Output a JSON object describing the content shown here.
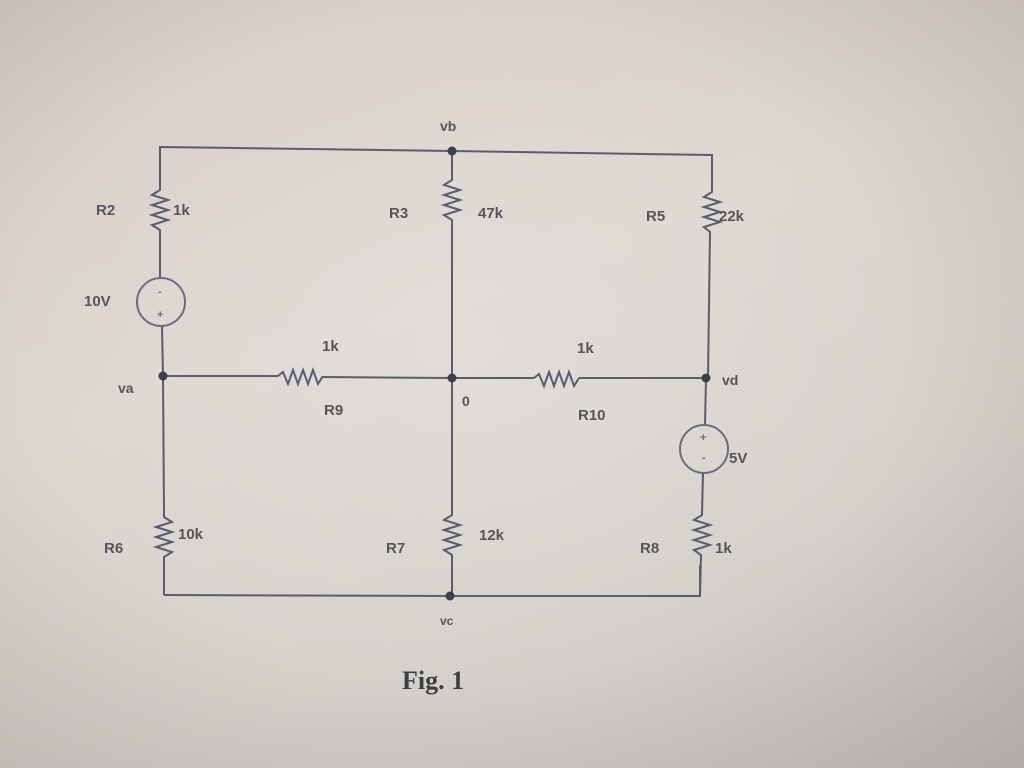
{
  "figure": {
    "caption": "Fig. 1"
  },
  "nodes": {
    "va": "va",
    "vb": "vb",
    "vc": "vc",
    "vd": "vd",
    "ground": "0"
  },
  "components": {
    "R2": {
      "name": "R2",
      "value": "1k"
    },
    "R3": {
      "name": "R3",
      "value": "47k"
    },
    "R5": {
      "name": "R5",
      "value": "22k"
    },
    "R6": {
      "name": "R6",
      "value": "10k"
    },
    "R7": {
      "name": "R7",
      "value": "12k"
    },
    "R8": {
      "name": "R8",
      "value": "1k"
    },
    "R9": {
      "name": "R9",
      "value": "1k"
    },
    "R10": {
      "name": "R10",
      "value": "1k"
    },
    "V1": {
      "value": "10V",
      "top_polarity": "-",
      "bottom_polarity": "+"
    },
    "V2": {
      "value": "5V",
      "top_polarity": "+",
      "bottom_polarity": "-"
    }
  },
  "colors": {
    "wire": "#5a5d70",
    "text": "#55565c",
    "background": "#dbd5cf"
  }
}
